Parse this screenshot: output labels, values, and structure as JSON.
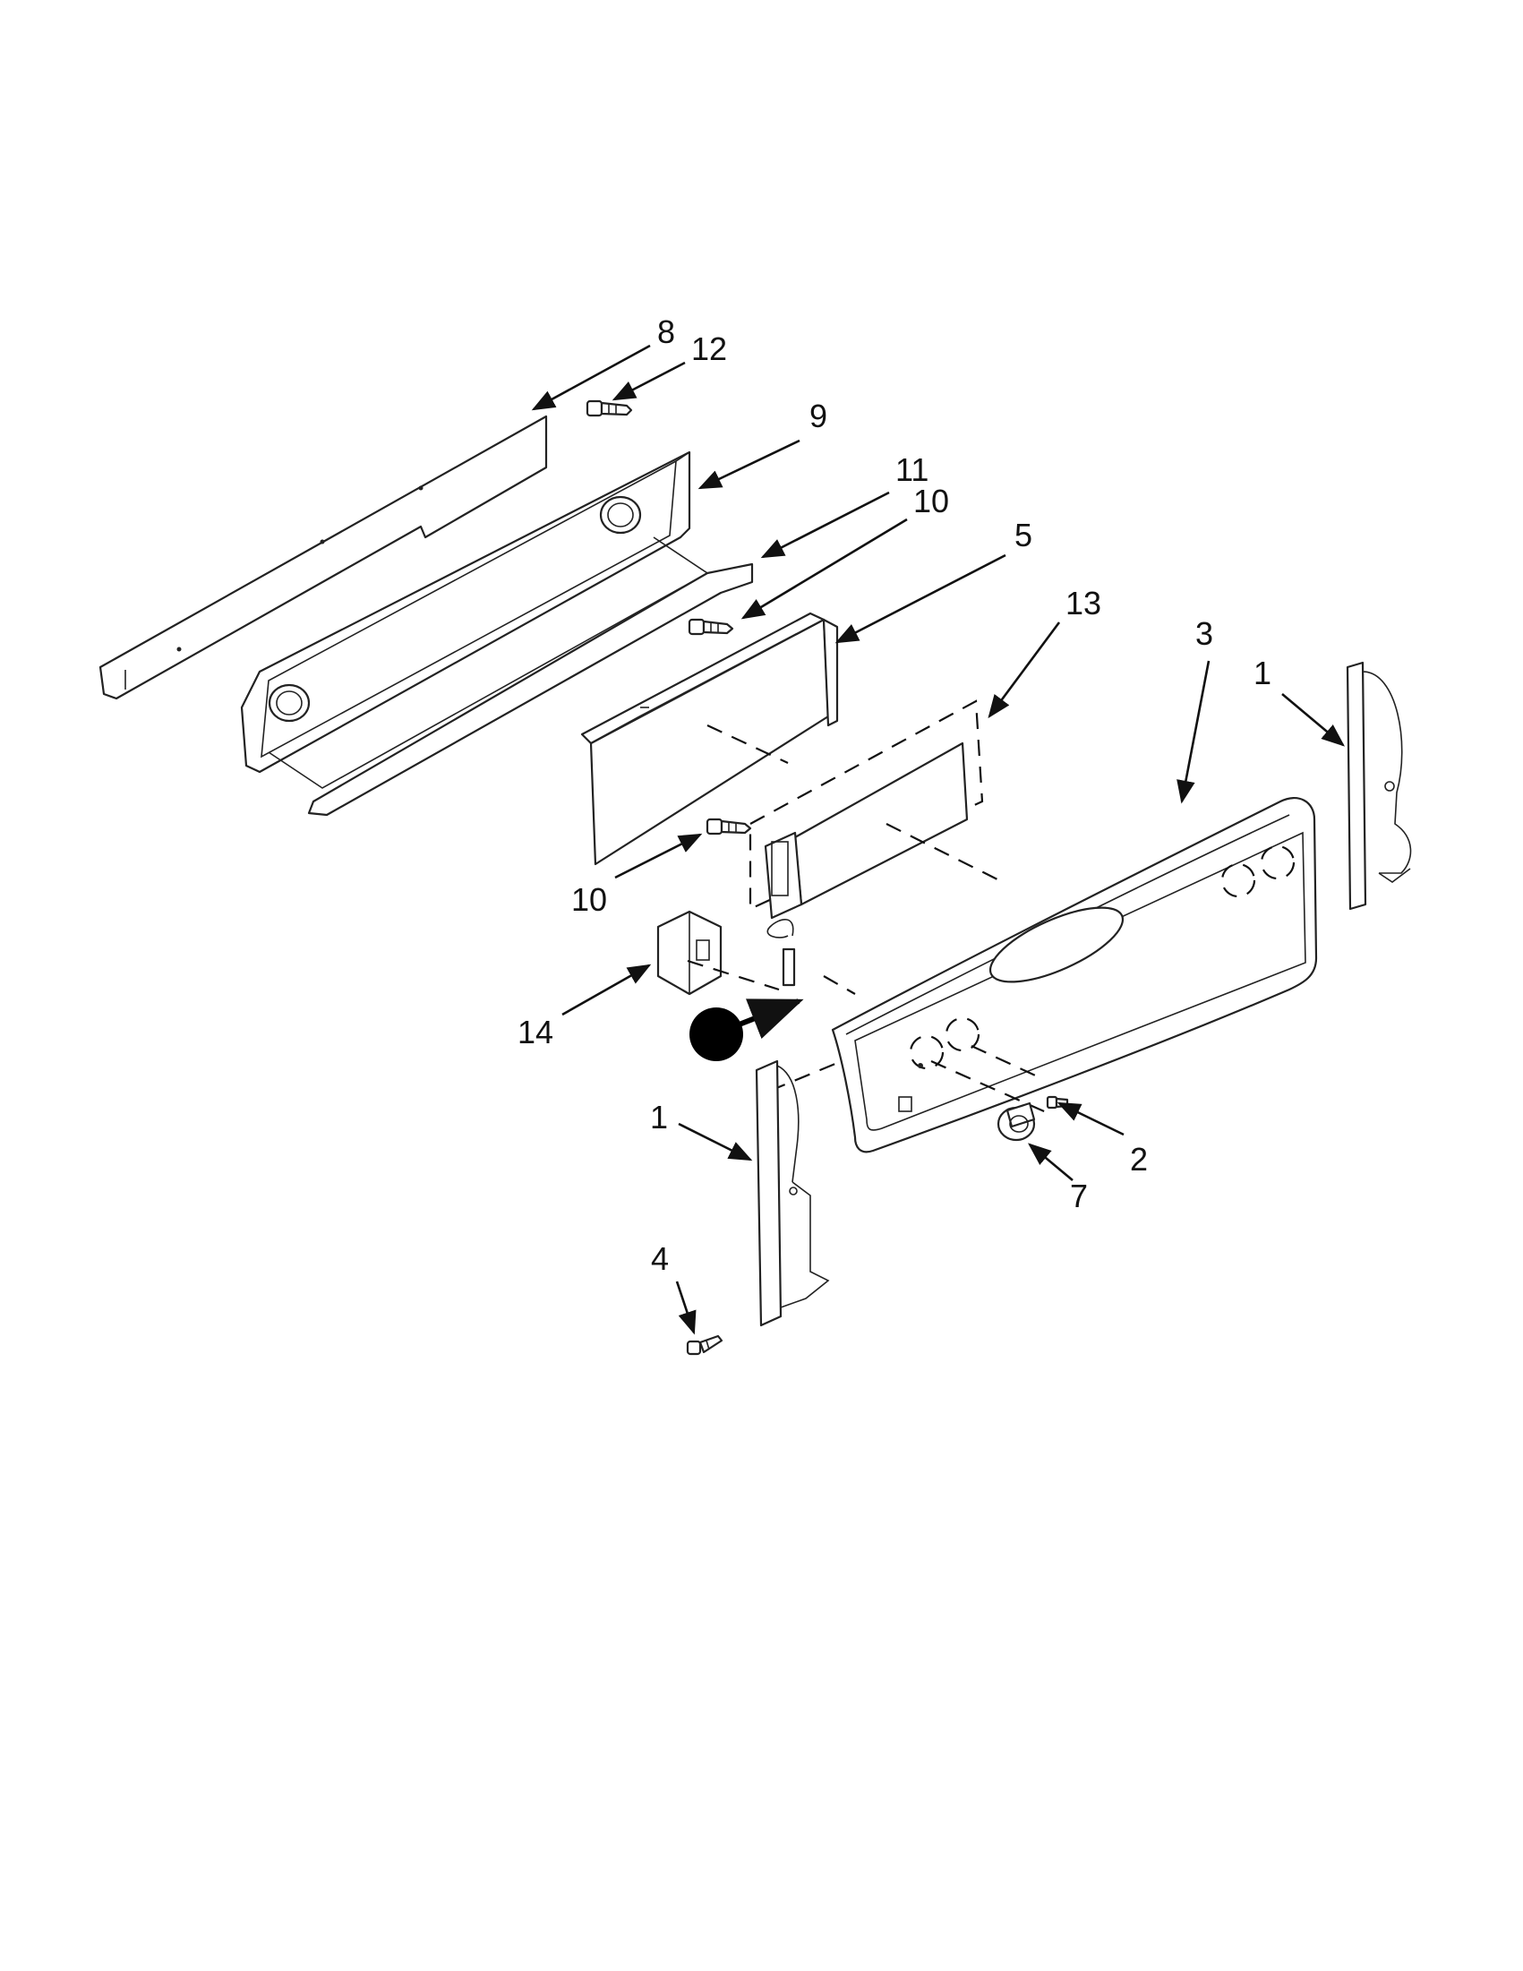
{
  "diagram": {
    "callouts": [
      {
        "id": "c8",
        "text": "8"
      },
      {
        "id": "c12",
        "text": "12"
      },
      {
        "id": "c9",
        "text": "9"
      },
      {
        "id": "c11",
        "text": "11"
      },
      {
        "id": "c10a",
        "text": "10"
      },
      {
        "id": "c5",
        "text": "5"
      },
      {
        "id": "c13",
        "text": "13"
      },
      {
        "id": "c3",
        "text": "3"
      },
      {
        "id": "c1a",
        "text": "1"
      },
      {
        "id": "c10b",
        "text": "10"
      },
      {
        "id": "c14",
        "text": "14"
      },
      {
        "id": "c1b",
        "text": "1"
      },
      {
        "id": "c2",
        "text": "2"
      },
      {
        "id": "c7",
        "text": "7"
      },
      {
        "id": "c4",
        "text": "4"
      }
    ]
  }
}
